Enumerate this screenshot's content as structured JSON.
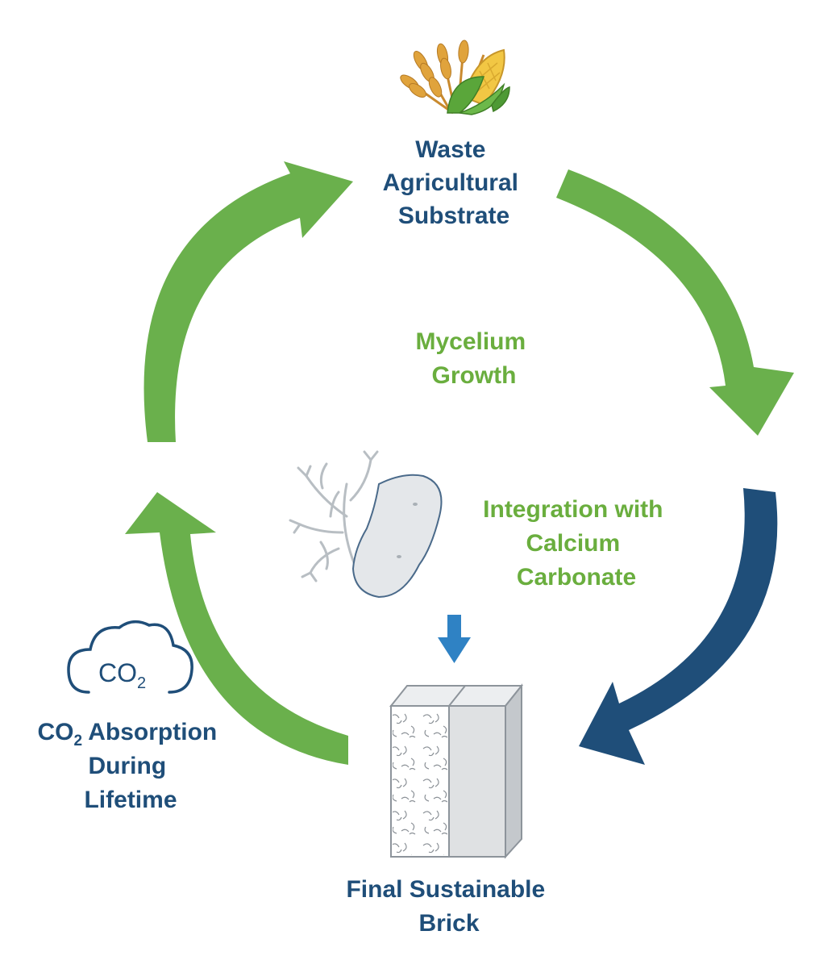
{
  "colors": {
    "green_arrow": "#6ab04c",
    "green_text": "#6aae3e",
    "dark_blue": "#1f4e79",
    "mid_blue": "#2f82c4",
    "brick_gray": "#dfe1e3",
    "stone_fill": "#e4e7ea"
  },
  "nodes": {
    "waste": {
      "lines": [
        "Waste",
        "Agricultural",
        "Substrate"
      ],
      "icon": "wheat-and-corn-icon"
    },
    "mycelium": {
      "lines": [
        "Mycelium",
        "Growth"
      ]
    },
    "integration": {
      "lines": [
        "Integration with",
        "Calcium",
        "Carbonate"
      ],
      "icon": "mycelium-and-calcium-carbonate-icon"
    },
    "brick": {
      "lines": [
        "Final Sustainable",
        "Brick"
      ],
      "icon": "brick-icon"
    },
    "co2": {
      "line1_main": "CO",
      "line1_sub": "2",
      "line1_rest": " Absorption",
      "lines": [
        "During",
        "Lifetime"
      ],
      "icon_text_main": "CO",
      "icon_text_sub": "2",
      "icon": "co2-cloud-icon"
    }
  },
  "arrows": [
    {
      "name": "cycle-arrow-to-waste",
      "color": "green"
    },
    {
      "name": "cycle-arrow-from-waste",
      "color": "green"
    },
    {
      "name": "cycle-arrow-to-brick",
      "color": "dark_blue"
    },
    {
      "name": "cycle-arrow-from-brick",
      "color": "green"
    },
    {
      "name": "down-arrow-to-brick",
      "color": "mid_blue"
    }
  ]
}
